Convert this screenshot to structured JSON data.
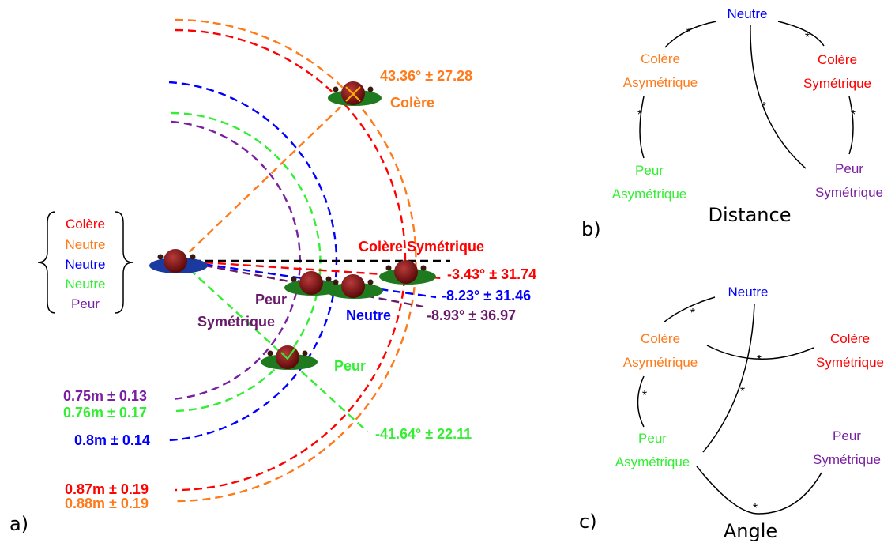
{
  "panel_a": {
    "label": "a)",
    "legend_items": [
      {
        "text": "Colère",
        "color": "#ff0000"
      },
      {
        "text": "Neutre",
        "color": "#ff7a1a"
      },
      {
        "text": "Neutre",
        "color": "#0000ff"
      },
      {
        "text": "Neutre",
        "color": "#33ee33"
      },
      {
        "text": "Peur",
        "color": "#7a1fa2"
      }
    ],
    "conditions": {
      "colere": {
        "label": "Colère",
        "angle": "43.36° ± 27.28",
        "color": "#ff7a1a"
      },
      "colere_sym": {
        "label": "Colère Symétrique",
        "angle": "-3.43° ± 31.74",
        "color": "#ff0000"
      },
      "neutre": {
        "label": "Neutre",
        "angle": "-8.23° ± 31.46",
        "color": "#0000ff"
      },
      "peur_sym": {
        "label_line1": "Peur",
        "label_line2": "Symétrique",
        "angle": "-8.93° ± 36.97",
        "color": "#6a1a6a"
      },
      "peur": {
        "label": "Peur",
        "angle": "-41.64° ± 22.11",
        "color": "#33ee33"
      }
    },
    "distances": [
      {
        "text": "0.75m ± 0.13",
        "color": "#7a1fa2"
      },
      {
        "text": "0.76m ± 0.17",
        "color": "#33ee33"
      },
      {
        "text": "0.8m ± 0.14",
        "color": "#0000ff"
      },
      {
        "text": "0.87m ± 0.19",
        "color": "#ff0000"
      },
      {
        "text": "0.88m ± 0.19",
        "color": "#ff7a1a"
      }
    ]
  },
  "panel_b": {
    "label": "b)",
    "title": "Distance",
    "nodes": {
      "neutre": "Neutre",
      "colere_asym_1": "Colère",
      "colere_asym_2": "Asymétrique",
      "colere_sym_1": "Colère",
      "colere_sym_2": "Symétrique",
      "peur_asym_1": "Peur",
      "peur_asym_2": "Asymétrique",
      "peur_sym_1": "Peur",
      "peur_sym_2": "Symétrique"
    },
    "significance_mark": "*"
  },
  "panel_c": {
    "label": "c)",
    "title": "Angle",
    "nodes": {
      "neutre": "Neutre",
      "colere_asym_1": "Colère",
      "colere_asym_2": "Asymétrique",
      "colere_sym_1": "Colère",
      "colere_sym_2": "Symétrique",
      "peur_asym_1": "Peur",
      "peur_asym_2": "Asymétrique",
      "peur_sym_1": "Peur",
      "peur_sym_2": "Symétrique"
    },
    "significance_mark": "*"
  },
  "colors": {
    "red": "#ff0000",
    "orange": "#ff7a1a",
    "blue": "#0000ff",
    "green": "#33ee33",
    "purple": "#7a1fa2",
    "dark_purple": "#6a1a6a",
    "agent_body": "#7a1010",
    "ellipse_green": "#1f7a1f",
    "ellipse_blue": "#1a3aa0"
  }
}
